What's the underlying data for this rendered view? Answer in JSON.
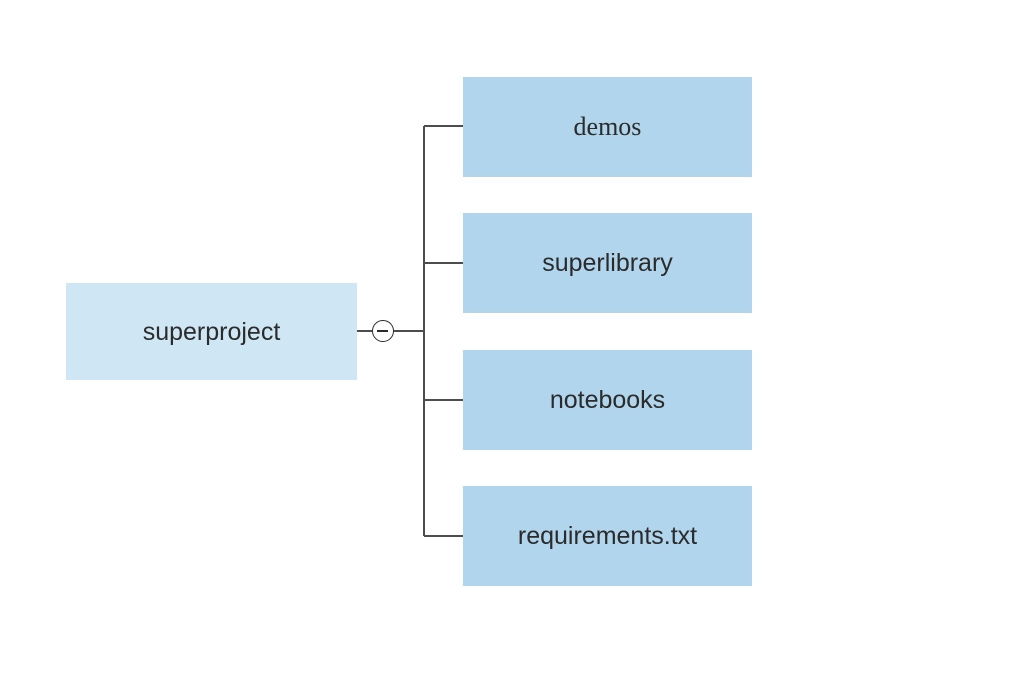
{
  "diagram": {
    "type": "tree",
    "orientation": "left-to-right",
    "root": {
      "label": "superproject",
      "fill": "#cfe7f5",
      "expanded": true
    },
    "toggle": {
      "icon": "minus-circle-icon",
      "state": "expanded",
      "symbol": "−"
    },
    "children": [
      {
        "label": "demos",
        "fill": "#b1d5ec"
      },
      {
        "label": "superlibrary",
        "fill": "#b1d5ec"
      },
      {
        "label": "notebooks",
        "fill": "#b1d5ec"
      },
      {
        "label": "requirements.txt",
        "fill": "#b1d5ec"
      }
    ],
    "colors": {
      "background": "#ffffff",
      "root_fill": "#cfe7f5",
      "child_fill": "#b1d5ec",
      "connector": "#4d4d4d",
      "text": "#2b2b2b"
    }
  }
}
